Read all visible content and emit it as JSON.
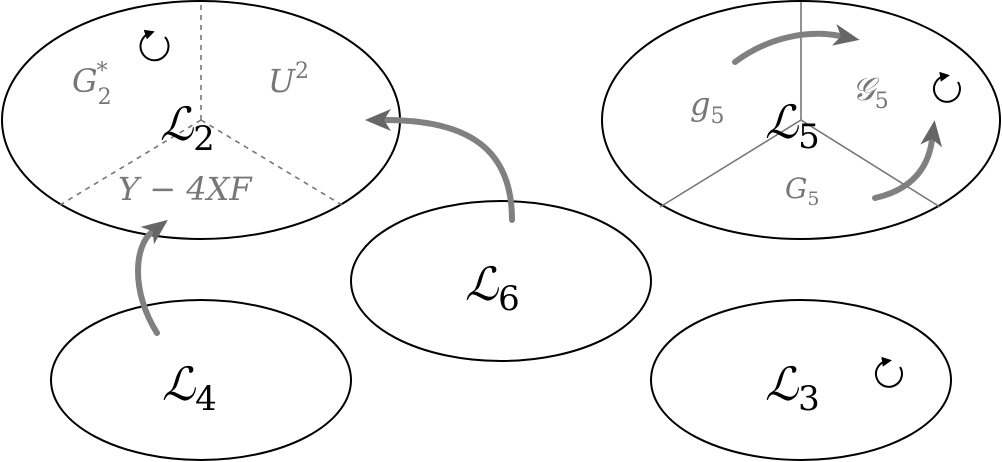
{
  "nodes": {
    "L2": {
      "symbol": "ℒ",
      "subscript": "2"
    },
    "L5": {
      "symbol": "ℒ",
      "subscript": "5"
    },
    "L6": {
      "symbol": "ℒ",
      "subscript": "6"
    },
    "L4": {
      "symbol": "ℒ",
      "subscript": "4"
    },
    "L3": {
      "symbol": "ℒ",
      "subscript": "3"
    }
  },
  "regions": {
    "L2": {
      "g2star": {
        "base": "G",
        "sub": "2",
        "sup": "*"
      },
      "u2": {
        "base": "U",
        "sup": "2"
      },
      "y4xf": {
        "text": "Y − 4XF"
      }
    },
    "L5": {
      "g5": {
        "base": "g",
        "sub": "5"
      },
      "calg5": {
        "base": "𝒢",
        "sub": "5"
      },
      "cap_g5": {
        "base": "G",
        "sub": "5"
      }
    }
  },
  "colors": {
    "outline": "#000000",
    "arrow": "#808080",
    "region_text": "#777777"
  }
}
